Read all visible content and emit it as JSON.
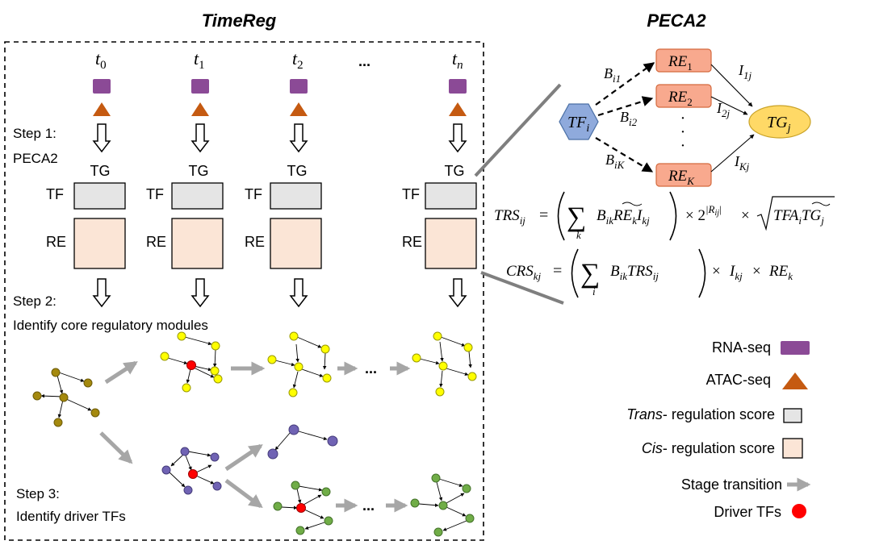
{
  "titles": {
    "left": "TimeReg",
    "right": "PECA2"
  },
  "timepoints": [
    {
      "base": "t",
      "sub": "0"
    },
    {
      "base": "t",
      "sub": "1"
    },
    {
      "base": "t",
      "sub": "2"
    },
    {
      "base": "t",
      "sub": "n"
    }
  ],
  "timepoint_ellipsis": "...",
  "step1": {
    "line1": "Step 1:",
    "line2": "PECA2"
  },
  "step2": {
    "line1": "Step 2:",
    "line2": "Identify core regulatory modules"
  },
  "step3": {
    "line1": "Step 3:",
    "line2": "Identify driver TFs"
  },
  "matrix_labels": {
    "tg": "TG",
    "tf": "TF",
    "re": "RE"
  },
  "network_ellipsis": "...",
  "peca": {
    "tf": {
      "base": "TF",
      "sub": "i"
    },
    "re": [
      {
        "base": "RE",
        "sub": "1"
      },
      {
        "base": "RE",
        "sub": "2"
      },
      {
        "base": "RE",
        "sub": "K"
      }
    ],
    "tg": {
      "base": "TG",
      "sub": "j"
    },
    "b_labels": [
      {
        "base": "B",
        "sub": "i1"
      },
      {
        "base": "B",
        "sub": "i2"
      },
      {
        "base": "B",
        "sub": "iK"
      }
    ],
    "i_labels": [
      {
        "base": "I",
        "sub": "1j"
      },
      {
        "base": "I",
        "sub": "2j"
      },
      {
        "base": "I",
        "sub": "Kj"
      }
    ],
    "vdots": "·"
  },
  "formula_trs": {
    "lhs": "TRS",
    "lhs_sub": "ij",
    "eq": "=",
    "sum": "∑",
    "sum_sub": "k",
    "term_b": "B",
    "term_b_sub": "ik",
    "term_re": "RE",
    "term_re_sub": "k",
    "term_i": "I",
    "term_i_sub": "kj",
    "times1": "× 2",
    "exp": "|R",
    "exp_sub": "ij",
    "exp_close": "|",
    "times2": "×",
    "root_tfa": "TFA",
    "root_tfa_sub": "i",
    "root_tg": "TG",
    "root_tg_sub": "j"
  },
  "formula_crs": {
    "lhs": "CRS",
    "lhs_sub": "kj",
    "eq": "=",
    "sum": "∑",
    "sum_sub": "i",
    "term_b": "B",
    "term_b_sub": "ik",
    "term_trs": "TRS",
    "term_trs_sub": "ij",
    "times1": "×",
    "term_i": "I",
    "term_i_sub": "kj",
    "times2": "×",
    "term_re": "RE",
    "term_re_sub": "k"
  },
  "legend": [
    {
      "pre": "",
      "italic": "",
      "label": "RNA-seq",
      "symbol": "purple-rect"
    },
    {
      "pre": "",
      "italic": "",
      "label": "ATAC-seq",
      "symbol": "orange-triangle"
    },
    {
      "pre": "",
      "italic": "Trans",
      "label": "- regulation score",
      "symbol": "gray-square"
    },
    {
      "pre": "",
      "italic": "Cis",
      "label": "- regulation score",
      "symbol": "peach-square"
    },
    {
      "pre": "",
      "italic": "",
      "label": "Stage transition",
      "symbol": "gray-arrow"
    },
    {
      "pre": "",
      "italic": "",
      "label": "Driver TFs",
      "symbol": "red-dot"
    }
  ],
  "colors": {
    "rna": "#8B4A96",
    "atac": "#C55A11",
    "trans": "#E5E5E5",
    "cis": "#FBE5D6",
    "re_fill": "#F8A98E",
    "tf_fill": "#8FAADC",
    "tg_fill": "#FFD966",
    "driver": "#FF0000",
    "olive": "#A4890E",
    "yellow": "#FFFF00",
    "purple_node": "#7063B4",
    "green_node": "#70AD47",
    "arrow_gray": "#A6A6A6"
  }
}
